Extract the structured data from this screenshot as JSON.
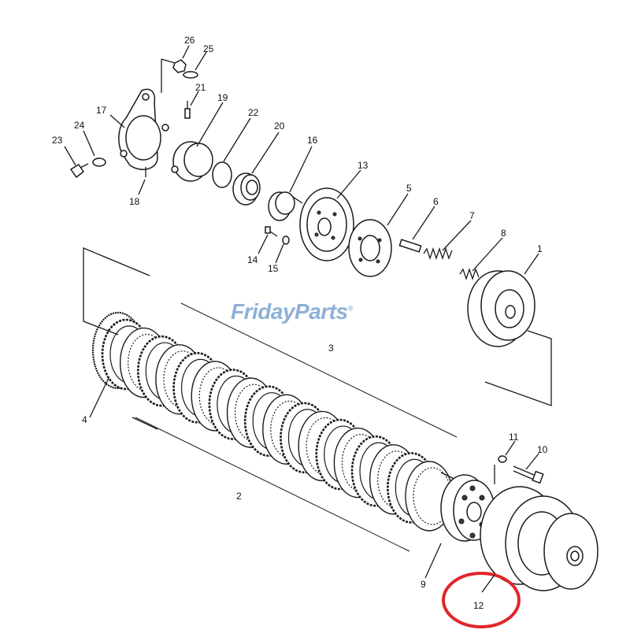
{
  "watermark": {
    "text": "FridayParts",
    "mark": "®"
  },
  "highlight_color": "#e0262a",
  "callouts": [
    "1",
    "2",
    "3",
    "4",
    "5",
    "6",
    "7",
    "8",
    "9",
    "10",
    "11",
    "12",
    "13",
    "14",
    "15",
    "16",
    "17",
    "18",
    "19",
    "20",
    "21",
    "22",
    "23",
    "24",
    "25",
    "26"
  ]
}
